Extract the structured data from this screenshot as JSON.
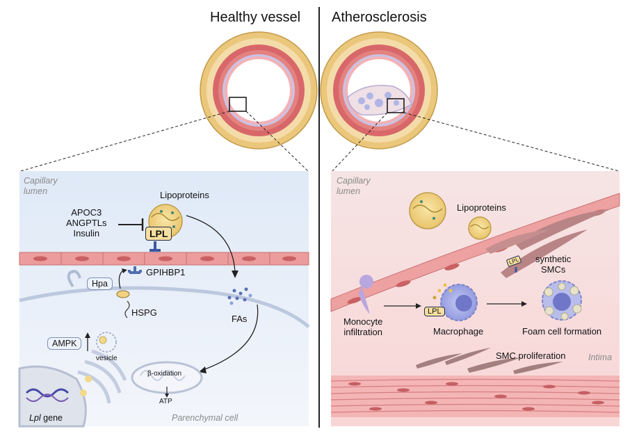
{
  "titles": {
    "left": "Healthy vessel",
    "right": "Atherosclerosis"
  },
  "left_panel": {
    "capillary_lumen": [
      "Capillary",
      "lumen"
    ],
    "inhibitors": [
      "APOC3",
      "ANGPTLs",
      "Insulin"
    ],
    "lipoproteins": "Lipoproteins",
    "lpl": "LPL",
    "gpihbp1": "GPIHBP1",
    "hpa": "Hpa",
    "hspg": "HSPG",
    "fas": "FAs",
    "ampk": "AMPK",
    "vesicle": "vesicle",
    "beta_oxidation": "β-oxidation",
    "atp": "ATP",
    "gene_italic": "Lpl",
    "gene_suffix": " gene",
    "parenchymal_cell": "Parenchymal cell"
  },
  "right_panel": {
    "capillary_lumen": [
      "Capillary",
      "lumen"
    ],
    "lipoproteins": "Lipoproteins",
    "synthetic_smcs": [
      "synthetic",
      "SMCs"
    ],
    "lpl": "LPL",
    "lpl_small": "LPL",
    "monocyte": [
      "Monocyte",
      "infiltration"
    ],
    "macrophage": "Macrophage",
    "foam_cell": "Foam cell formation",
    "smc_proliferation": "SMC proliferation",
    "intima": "Intima"
  },
  "colors": {
    "left_bg": "#e6eef9",
    "right_bg": "#f8dada",
    "endothelium": "#ec9c9c",
    "lpl_fill": "#f7df9f",
    "adventitia": "#e9c77e",
    "media": "#d86a6a"
  }
}
